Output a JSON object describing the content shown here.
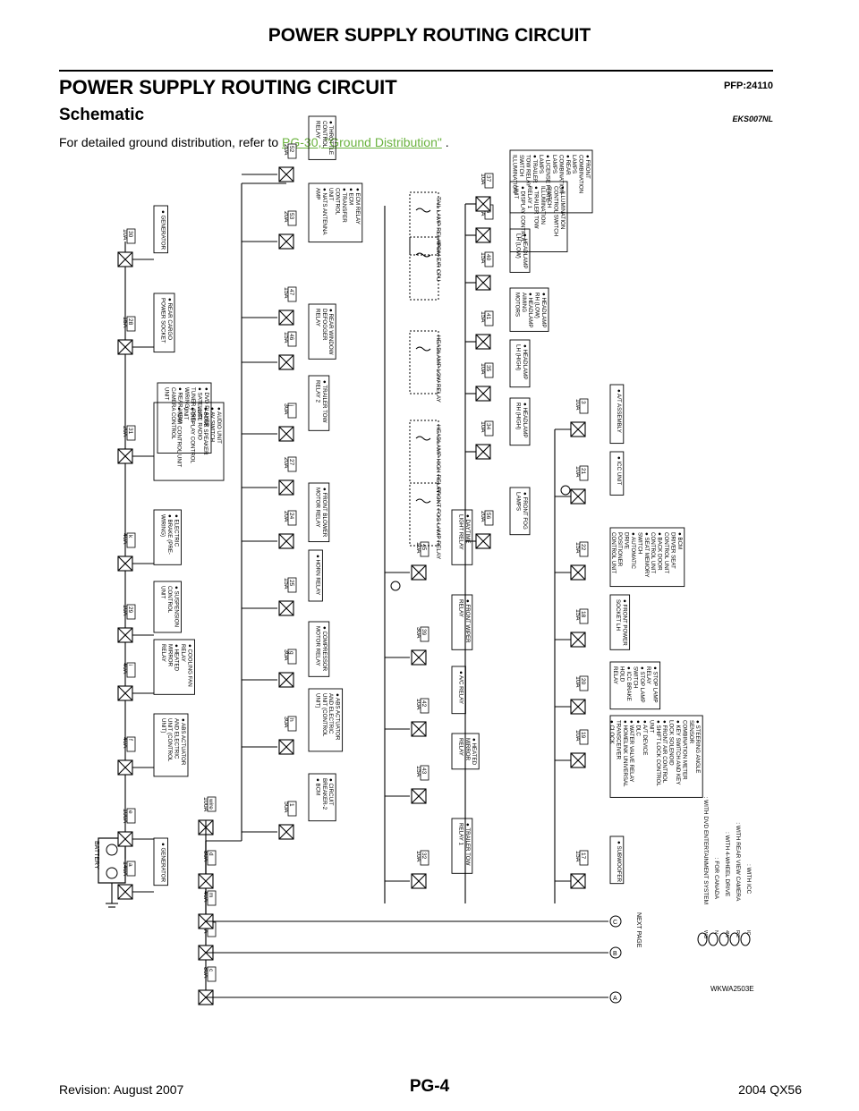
{
  "header": {
    "running_title": "POWER SUPPLY ROUTING CIRCUIT"
  },
  "page_title": "POWER SUPPLY ROUTING CIRCUIT",
  "pfp_code": "PFP:24110",
  "section": {
    "title": "Schematic",
    "code": "EKS007NL"
  },
  "intro": {
    "text": "For detailed ground distribution, refer to",
    "link": "PG-30, \"Ground Distribution\"",
    "suffix": " ."
  },
  "diagram": {
    "id": "WKWA2503E",
    "battery_label": "BATTERY",
    "next_page_label": "NEXT PAGE",
    "connectors": [
      "A",
      "B",
      "C"
    ],
    "fusible_links": [
      {
        "amp": "140A",
        "id": "a",
        "loads": [
          "GENERATOR"
        ]
      },
      {
        "amp": "100A",
        "id": "e",
        "loads": []
      },
      {
        "amp": "40A",
        "id": "f",
        "loads": [
          "ABS ACTUATOR",
          "AND ELECTRIC",
          "UNIT (CONTROL",
          "UNIT)"
        ]
      },
      {
        "amp": "40A",
        "id": "i",
        "loads": [
          "COOLING FAN",
          "RELAY",
          "HEATED",
          "MIRROR",
          "RELAY"
        ]
      },
      {
        "amp": "10A",
        "id": "29",
        "loads": [
          "SUSPENSION",
          "CONTROL",
          "UNIT"
        ]
      },
      {
        "amp": "40A",
        "id": "k",
        "loads": [
          "ELECTRIC",
          "BRAKE (PRE-",
          "WIRING)"
        ]
      },
      {
        "amp": "20A",
        "id": "31",
        "loads": [
          "AUDIO UNIT",
          "AV SWITCH",
          "BOSE SPEAKER",
          "AMP.",
          "DISPLAY CONTROL",
          "UNIT",
          "NAVI CONTROL UNIT"
        ]
      },
      {
        "amp": "15A",
        "id": "28",
        "loads": [
          "REAR CARGO",
          "POWER SOCKET"
        ]
      },
      {
        "amp": "10A",
        "id": "30",
        "loads": [
          "GENERATOR"
        ]
      }
    ],
    "audio_extra_loads": [
      "DVD PLAYER",
      "SATELLITE RADIO",
      "TUNER (PRE-",
      "WIRING)",
      "REAR VIEW",
      "CAMERA CONTROL",
      "UNIT"
    ],
    "row2": [
      {
        "amp": "80A",
        "id": "c"
      },
      {
        "amp": "60A",
        "id": "b"
      },
      {
        "amp": "40A",
        "id": "m"
      },
      {
        "amp": "80A",
        "id": "d"
      },
      {
        "amp": "100A",
        "id": "wire"
      }
    ],
    "row3": [
      {
        "amp": "50A",
        "id": "1",
        "loads": [
          "CIRCUIT",
          "BREAKER-2",
          "BCM"
        ]
      },
      {
        "amp": "30A",
        "id": "h",
        "loads": [
          "ABS ACTUATOR",
          "AND ELECTRIC",
          "UNIT (CONTROL",
          "UNIT)"
        ]
      },
      {
        "amp": "30A",
        "id": "g",
        "loads": [
          "COMPRESSOR",
          "MOTOR RELAY"
        ]
      },
      {
        "amp": "15A",
        "id": "25",
        "loads": [
          "HORN RELAY"
        ]
      },
      {
        "amp": "20A",
        "id": "24",
        "loads": [
          "FRONT BLOWER",
          "MOTOR RELAY"
        ]
      },
      {
        "amp": "20A",
        "id": "27",
        "loads": []
      },
      {
        "amp": "30A",
        "id": "j",
        "loads": [
          "TRAILER TOW",
          "RELAY 2"
        ]
      },
      {
        "amp": "15A",
        "id": "46",
        "loads": [
          "REAR WINDOW",
          "DEFOGGER",
          "RELAY"
        ]
      },
      {
        "amp": "15A",
        "id": "47",
        "loads": []
      },
      {
        "amp": "20A",
        "id": "53",
        "loads": [
          "ECM RELAY",
          "ECM",
          "TRANSFER",
          "CONTROL",
          "UNIT",
          "NATS ANTENNA",
          "AMP"
        ]
      },
      {
        "amp": "20A",
        "id": "52",
        "loads": [
          "THROTTLE",
          "CONTROL",
          "RELAY"
        ]
      }
    ],
    "row4": [
      {
        "amp": "10A",
        "id": "32",
        "loads": [
          "TRAILER TOW",
          "RELAY 1"
        ]
      },
      {
        "amp": "15A",
        "id": "43",
        "loads": [
          "HEATED",
          "MIRROR",
          "RELAY"
        ]
      },
      {
        "amp": "10A",
        "id": "42",
        "loads": [
          "A/C RELAY"
        ]
      },
      {
        "amp": "30A",
        "id": "39",
        "loads": [
          "FRONT WIPER",
          "RELAY"
        ]
      },
      {
        "amp": "10A",
        "id": "45",
        "loads": [
          "DAYTIME",
          "LIGHT RELAY"
        ]
      }
    ],
    "relays": [
      {
        "name": [
          "FRONT",
          "FOG",
          "LAMP",
          "RELAY"
        ]
      },
      {
        "name": [
          "HEADLAMP",
          "HIGH",
          "RELAY"
        ]
      },
      {
        "name": [
          "HEADLAMP",
          "LOW",
          "RELAY"
        ]
      },
      {
        "name": [
          "IPDM E/R",
          "CPU"
        ]
      },
      {
        "name": [
          "TAIL",
          "LAMP",
          "RELAY"
        ]
      }
    ],
    "row5": [
      {
        "amp": "20A",
        "id": "56",
        "loads": [
          "FRONT FOG",
          "LAMPS"
        ]
      },
      {
        "amp": "10A",
        "id": "34",
        "loads": [
          "HEADLAMP",
          "RH (HIGH)"
        ]
      },
      {
        "amp": "10A",
        "id": "35",
        "loads": [
          "HEADLAMP",
          "LH (HIGH)"
        ]
      },
      {
        "amp": "15A",
        "id": "41",
        "loads": [
          "HEADLAMP",
          "RH (LOW)",
          "HEADLAMP",
          "AIMING",
          "MOTORS"
        ]
      },
      {
        "amp": "15A",
        "id": "40",
        "loads": [
          "HEADLAMP",
          "LH (LOW)"
        ]
      },
      {
        "amp": "10A",
        "id": "36",
        "loads": [
          "ILLUMINATION",
          "CONTROL SWITCH",
          "SWITCH",
          "ILLUMINATION",
          "TRAILER TOW",
          "RELAY 1",
          "DISPLAY CONTROL",
          "UNIT"
        ]
      },
      {
        "amp": "10A",
        "id": "37",
        "loads": [
          "FRONT",
          "COMBINATION",
          "LAMPS",
          "REAR",
          "COMBINATION",
          "LAMPS",
          "LICENSE PLATE",
          "LAMPS",
          "TRAILER",
          "TOW RELAY",
          "SWITCH",
          "ILLUMINATION"
        ]
      }
    ],
    "row6": [
      {
        "amp": "15A",
        "id": "17",
        "loads": [
          "SUBWOOFER"
        ]
      },
      {
        "amp": "10A",
        "id": "19",
        "loads": [
          "STEERING ANGLE",
          "SENSOR",
          "COMBINATION METER",
          "KEY SWITCH AND KEY",
          "LOCK SOLENOID",
          "FRONT AIR CONTROL",
          "SHIFT LOCK CONTROL",
          "UNIT",
          "A/T DEVICE",
          "DLC",
          "WATER VALVE RELAY",
          "HOMELINK UNIVERSAL",
          "TRANSCEIVER",
          "CLOCK"
        ]
      },
      {
        "amp": "10A",
        "id": "20",
        "loads": [
          "STOP LAMP",
          "RELAY",
          "STOP LAMP",
          "SWITCH",
          "ICC BRAKE",
          "HOLD",
          "RELAY"
        ]
      },
      {
        "amp": "15A",
        "id": "18",
        "loads": [
          "FRONT POWER",
          "SOCKET LH"
        ]
      },
      {
        "amp": "15A",
        "id": "22",
        "loads": [
          "BCM",
          "DRIVER SEAT",
          "CONTROL UNIT",
          "BACK DOOR",
          "CONTROL UNIT",
          "SEAT MEMORY",
          "SWITCH",
          "AUTOMATIC",
          "DRIVE",
          "POSITIONER",
          "CONTROL UNIT"
        ]
      },
      {
        "amp": "10A",
        "id": "21",
        "loads": [
          "ICC UNIT"
        ]
      },
      {
        "amp": "10A",
        "id": "3",
        "loads": [
          "A/T ASSEMBLY"
        ]
      }
    ],
    "legend": [
      {
        "code": "WD",
        "text": ": WITH DVD ENTERTAINMENT SYSTEM"
      },
      {
        "code": "N",
        "text": ": FOR CANADA"
      },
      {
        "code": "4W",
        "text": ": WITH 4-WHEEL DRIVE"
      },
      {
        "code": "RC",
        "text": ": WITH REAR VIEW CAMERA"
      },
      {
        "code": "IC",
        "text": ": WITH ICC"
      }
    ]
  },
  "footer": {
    "revision": "Revision: August 2007",
    "page": "PG-4",
    "model": "2004 QX56"
  }
}
